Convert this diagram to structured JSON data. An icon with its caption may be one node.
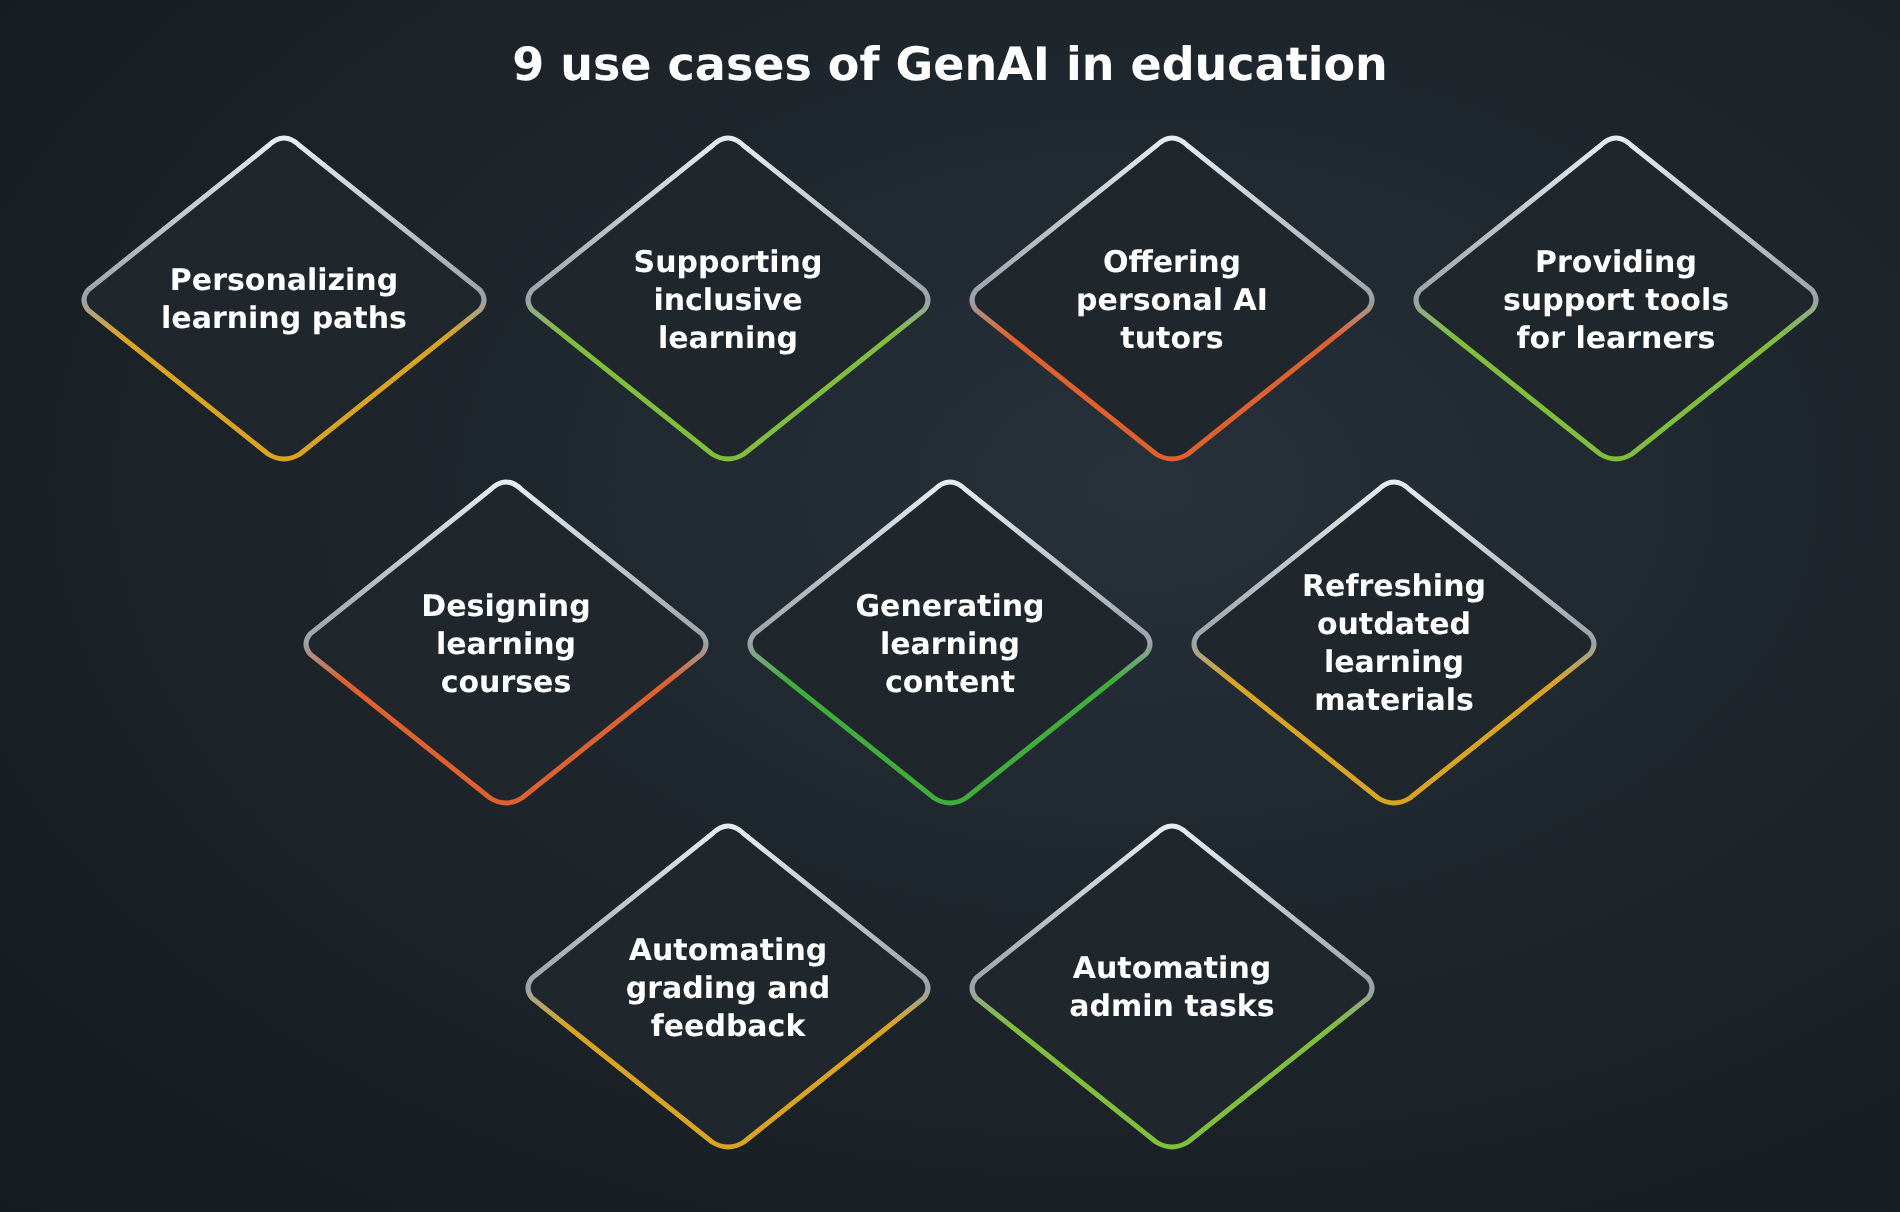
{
  "diagram": {
    "title": "9 use cases of GenAI in education",
    "nodes": [
      {
        "text": [
          "Personalizing learning paths"
        ]
      },
      {
        "text": [
          "Supporting inclusive learning"
        ]
      },
      {
        "text": [
          "Offering personal AI tutors"
        ]
      },
      {
        "text": [
          "Providing support tools for learners"
        ]
      },
      {
        "text": [
          "Designing learning courses"
        ]
      },
      {
        "text": [
          "Generating learning content"
        ]
      },
      {
        "text": [
          "Refreshing outdated learning materials"
        ]
      },
      {
        "text": [
          "Automating grading and feedback"
        ]
      },
      {
        "text": [
          "Automating admin tasks"
        ]
      }
    ]
  }
}
